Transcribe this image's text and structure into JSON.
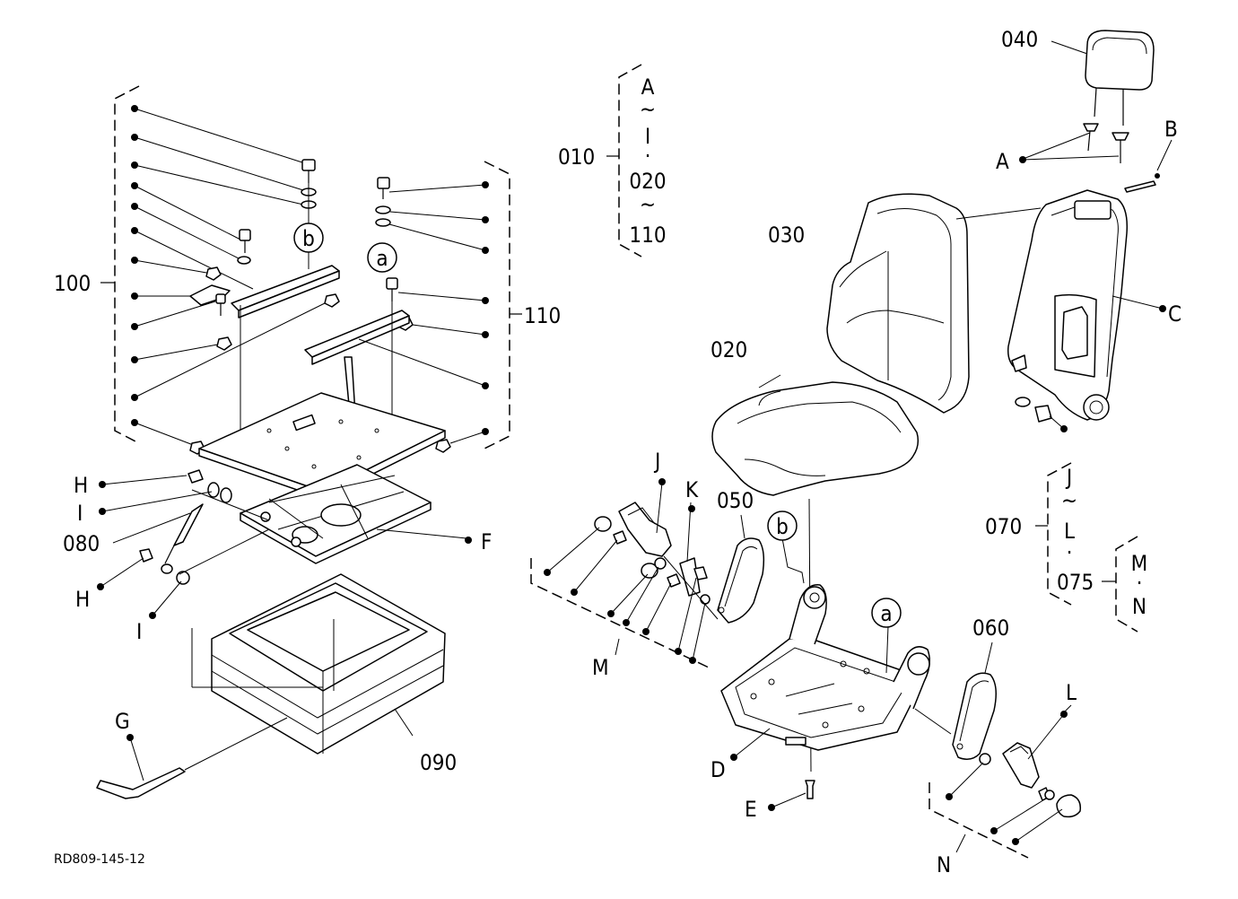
{
  "drawing_code": "RD809-145-12",
  "callouts": {
    "c040": "040",
    "c030": "030",
    "c020": "020",
    "c050": "050",
    "c060": "060",
    "c070": "070",
    "c075": "075",
    "c080": "080",
    "c090": "090",
    "c100": "100",
    "c110": "110",
    "c010": "010",
    "A": "A",
    "B": "B",
    "C": "C",
    "D": "D",
    "E": "E",
    "F": "F",
    "G": "G",
    "H1": "H",
    "H2": "H",
    "I1": "I",
    "I2": "I",
    "J": "J",
    "K": "K",
    "L": "L",
    "M": "M",
    "N": "N",
    "a1": "a",
    "a2": "a",
    "b1": "b",
    "b2": "b"
  },
  "range_010": {
    "l1": "A",
    "l2": "~",
    "l3": "I",
    "l4": "·",
    "l5": "020",
    "l6": "~",
    "l7": "110"
  },
  "range_070": {
    "l1": "J",
    "l2": "~",
    "l3": "L",
    "l4": "·"
  },
  "range_075": {
    "l1": "M",
    "l2": "·",
    "l3": "N"
  }
}
